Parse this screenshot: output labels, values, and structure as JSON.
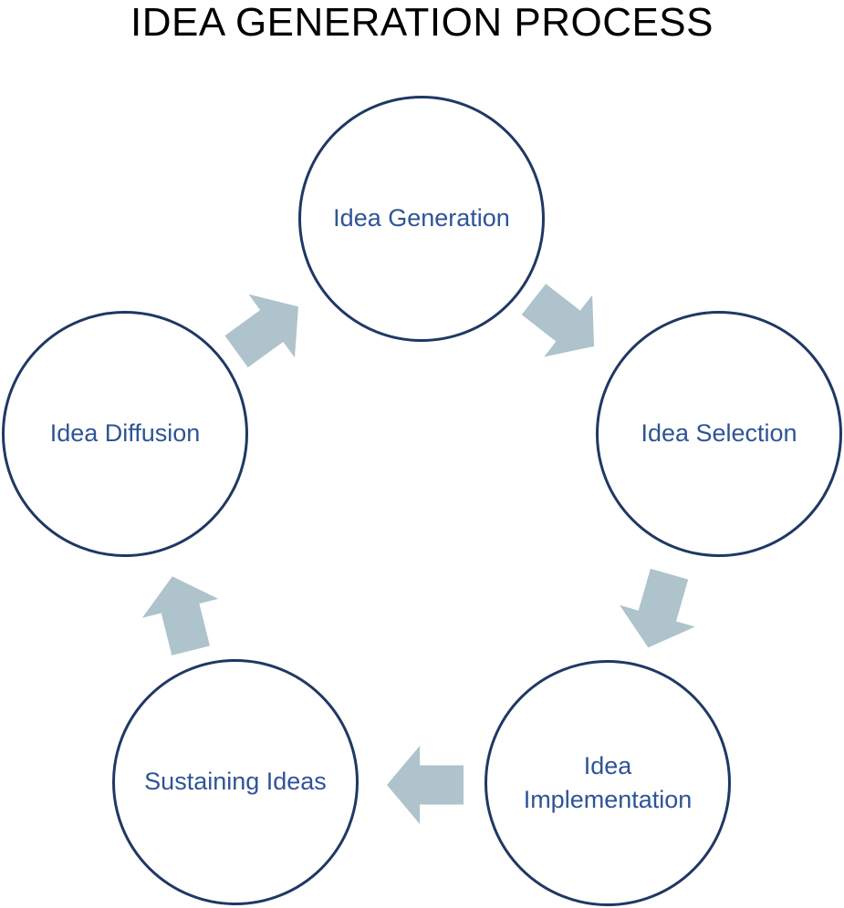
{
  "title": "IDEA GENERATION PROCESS",
  "colors": {
    "background": "#ffffff",
    "title_text": "#000000",
    "circle_border": "#1f3864",
    "circle_fill": "#ffffff",
    "label_text": "#2e5496",
    "arrow_fill": "#aec3cc"
  },
  "diagram": {
    "type": "cycle",
    "direction": "clockwise",
    "nodes": [
      {
        "id": "idea-generation",
        "label": "Idea Generation",
        "position": "top"
      },
      {
        "id": "idea-selection",
        "label": "Idea Selection",
        "position": "right"
      },
      {
        "id": "idea-implementation",
        "label": "Idea Implementation",
        "position": "bottom-right"
      },
      {
        "id": "sustaining-ideas",
        "label": "Sustaining Ideas",
        "position": "bottom-left"
      },
      {
        "id": "idea-diffusion",
        "label": "Idea Diffusion",
        "position": "left"
      }
    ],
    "arrows": [
      {
        "name": "arrow-generation-to-selection",
        "direction": "down-right"
      },
      {
        "name": "arrow-selection-to-implementation",
        "direction": "down-left"
      },
      {
        "name": "arrow-implementation-to-sustaining",
        "direction": "left"
      },
      {
        "name": "arrow-sustaining-to-diffusion",
        "direction": "up-left"
      },
      {
        "name": "arrow-diffusion-to-generation",
        "direction": "up-right"
      }
    ]
  }
}
